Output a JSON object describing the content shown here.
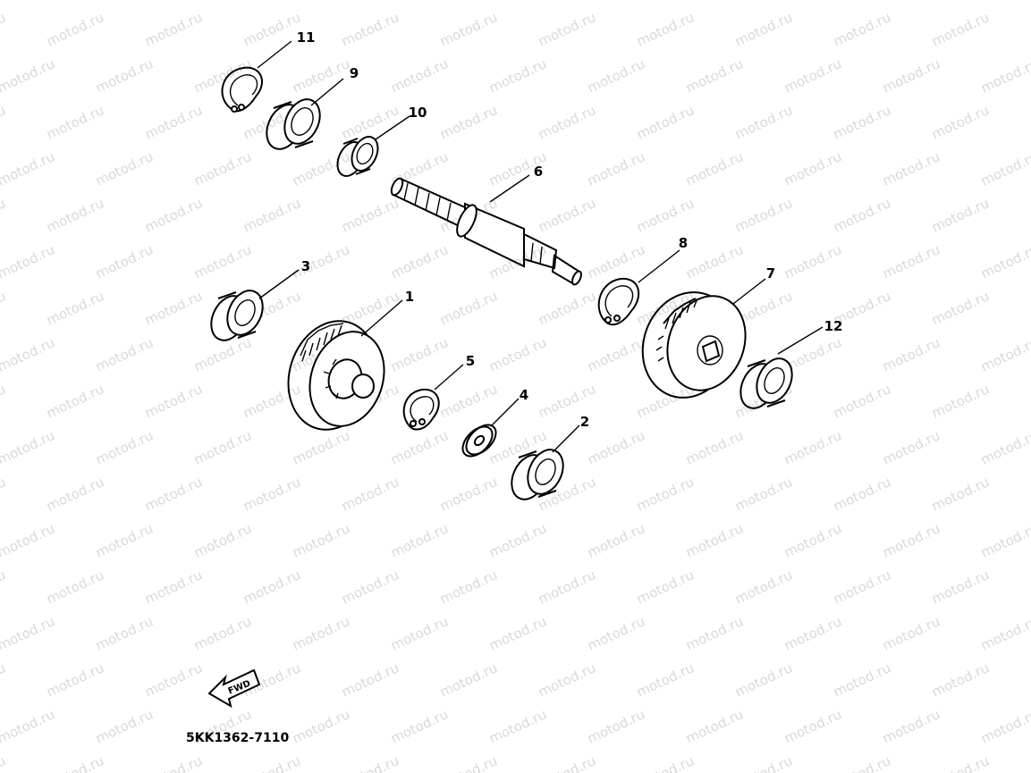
{
  "watermark": "motod.ru",
  "callouts": [
    "11",
    "9",
    "10",
    "6",
    "8",
    "7",
    "3",
    "1",
    "5",
    "4",
    "2",
    "12"
  ],
  "part_number": "5KK1362-7110",
  "fwd_label": "FWD"
}
